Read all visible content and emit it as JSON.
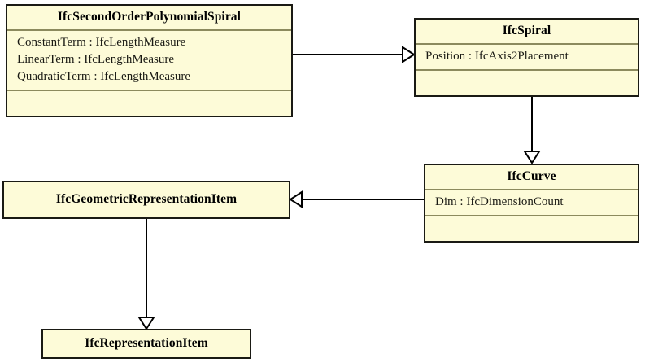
{
  "diagram": {
    "title": "IfcSecondOrderPolynomialSpiral inheritance diagram",
    "type": "uml-class-diagram",
    "background_color": "#ffffff",
    "class_fill_color": "#fdfbd8",
    "class_border_color": "#1a1a14",
    "divider_color": "#8c8a5e",
    "edge_color": "#000000"
  },
  "classes": [
    {
      "id": "ifc-second-order-polynomial-spiral",
      "name": "IfcSecondOrderPolynomialSpiral",
      "attributes": [
        "ConstantTerm : IfcLengthMeasure",
        "LinearTerm : IfcLengthMeasure",
        "QuadraticTerm : IfcLengthMeasure"
      ],
      "operations": []
    },
    {
      "id": "ifc-spiral",
      "name": "IfcSpiral",
      "attributes": [
        "Position : IfcAxis2Placement"
      ],
      "operations": []
    },
    {
      "id": "ifc-curve",
      "name": "IfcCurve",
      "attributes": [
        "Dim : IfcDimensionCount"
      ],
      "operations": []
    },
    {
      "id": "ifc-geometric-representation-item",
      "name": "IfcGeometricRepresentationItem",
      "attributes": [],
      "operations": []
    },
    {
      "id": "ifc-representation-item",
      "name": "IfcRepresentationItem",
      "attributes": [],
      "operations": []
    }
  ],
  "relations": [
    {
      "id": "rel-spiral-generalization",
      "kind": "generalization",
      "from": "IfcSecondOrderPolynomialSpiral",
      "to": "IfcSpiral",
      "direction": "right"
    },
    {
      "id": "rel-curve-generalization",
      "kind": "generalization",
      "from": "IfcSpiral",
      "to": "IfcCurve",
      "direction": "down"
    },
    {
      "id": "rel-geometric-generalization",
      "kind": "generalization",
      "from": "IfcCurve",
      "to": "IfcGeometricRepresentationItem",
      "direction": "left"
    },
    {
      "id": "rel-representation-generalization",
      "kind": "generalization",
      "from": "IfcGeometricRepresentationItem",
      "to": "IfcRepresentationItem",
      "direction": "down"
    }
  ]
}
